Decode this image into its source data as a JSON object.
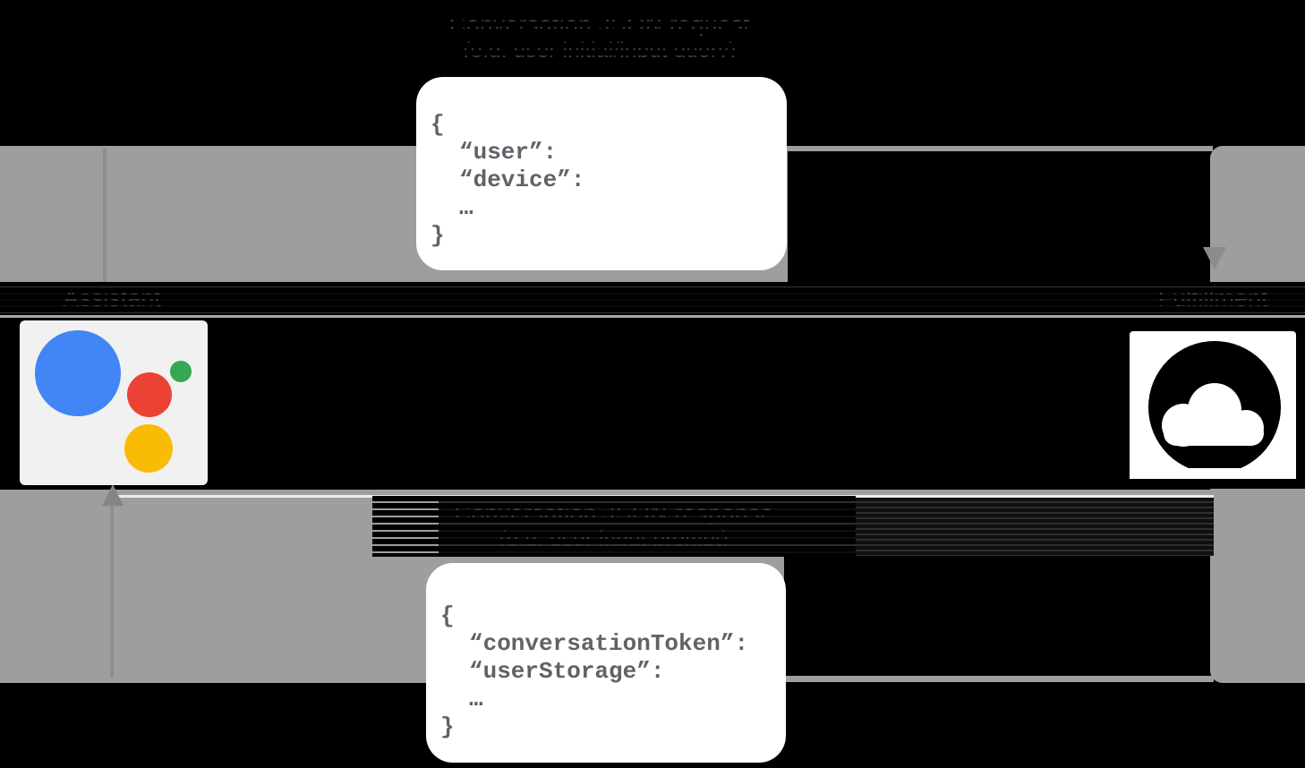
{
  "request": {
    "title": "Conversation JSON request",
    "subtitle": "(e.g. user initial/input query)",
    "json": [
      "{",
      "“user”:",
      "“device”:",
      "…",
      "}"
    ]
  },
  "response": {
    "title": "Conversation JSON response",
    "subtitle": "(e.g. user input prompt)",
    "json": [
      "{",
      "“conversationToken”:",
      "“userStorage”:",
      "…",
      "}"
    ]
  },
  "nodes": {
    "assistant": {
      "label": "Assistant",
      "icon": "google-assistant-logo"
    },
    "fulfillment": {
      "label": "Fulfillment",
      "icon": "cloud-icon"
    }
  },
  "colors": {
    "background": "#000000",
    "arrow_gray": "#9e9e9e",
    "label_text": "#3c4043",
    "json_text": "#5f6368",
    "assistant_blue": "#4285f4",
    "assistant_red": "#ea4335",
    "assistant_green": "#34a853",
    "assistant_yellow": "#fabb05"
  }
}
